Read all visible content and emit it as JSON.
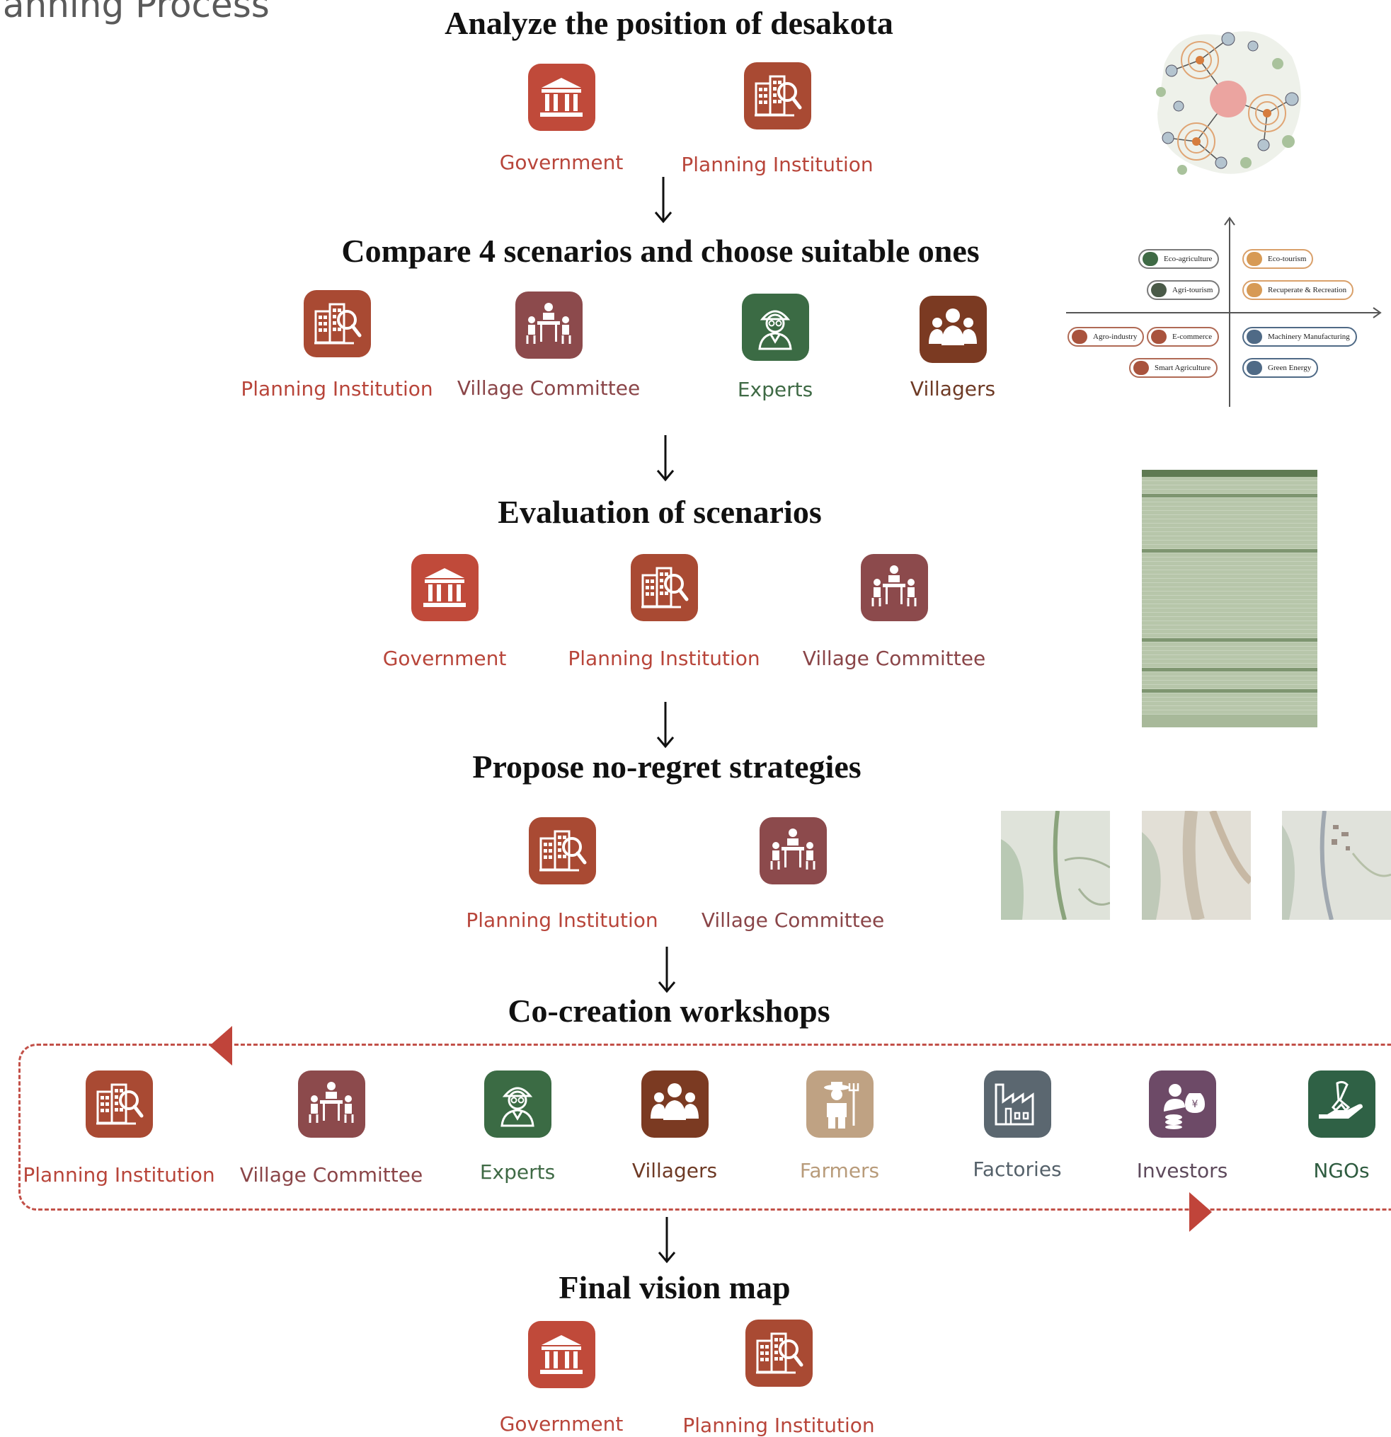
{
  "page_title": "lanning Process",
  "colors": {
    "government": "#c04a3a",
    "planning_institution": "#a94a33",
    "village_committee": "#8c4a4c",
    "experts": "#3b6b44",
    "villagers": "#7b3a22",
    "farmers": "#bfa283",
    "factories": "#5b6770",
    "investors": "#6d4a67",
    "ngos": "#2f6145",
    "loop": "#c0443a"
  },
  "steps": [
    {
      "title": "Analyze the position of desakota",
      "actors": [
        "Government",
        "Planning Institution"
      ]
    },
    {
      "title": "Compare 4 scenarios and choose suitable ones",
      "actors": [
        "Planning Institution",
        "Village Committee",
        "Experts",
        "Villagers"
      ]
    },
    {
      "title": "Evaluation of scenarios",
      "actors": [
        "Government",
        "Planning Institution",
        "Village Committee"
      ]
    },
    {
      "title": "Propose no-regret strategies",
      "actors": [
        "Planning Institution",
        "Village Committee"
      ]
    },
    {
      "title": "Co-creation workshops",
      "actors": [
        "Planning Institution",
        "Village Committee",
        "Experts",
        "Villagers",
        "Farmers",
        "Factories",
        "Investors",
        "NGOs"
      ]
    },
    {
      "title": "Final vision map",
      "actors": [
        "Government",
        "Planning Institution"
      ]
    }
  ],
  "icons": {
    "government": "government-building-icon",
    "planning_institution": "office-building-magnifier-icon",
    "village_committee": "meeting-table-icon",
    "experts": "expert-person-icon",
    "villagers": "group-people-icon",
    "farmers": "farmer-pitchfork-icon",
    "factories": "factory-icon",
    "investors": "investor-money-icon",
    "ngos": "ribbon-hand-icon"
  },
  "scenario_quadrant": {
    "top_right": [
      "Eco-tourism",
      "Recuperate & Recreation"
    ],
    "top_left": [
      "Eco-agriculture",
      "Agri-tourism"
    ],
    "bottom_left": [
      "Agro-industry",
      "E-commerce",
      "Smart Agriculture"
    ],
    "bottom_right": [
      "Machinery Manufacturing",
      "Green Energy"
    ]
  }
}
